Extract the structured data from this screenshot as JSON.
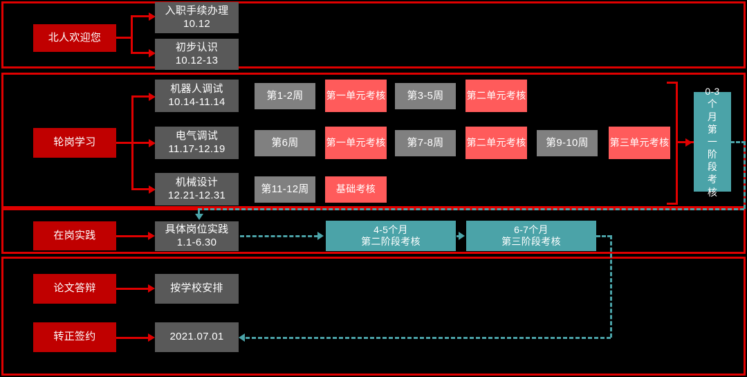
{
  "colors": {
    "background": "#000000",
    "frame_red": "#E00000",
    "stage_red": "#C00000",
    "task_gray": "#595959",
    "week_gray": "#808080",
    "exam_red": "#FF5B5B",
    "phase_teal": "#4BA3A8",
    "text": "#FFFFFF"
  },
  "sections": [
    {
      "id": "onboarding",
      "stage": {
        "label": "北人欢迎您"
      },
      "tasks": [
        {
          "title": "入职手续办理",
          "date": "10.12"
        },
        {
          "title": "初步认识",
          "date": "10.12-13"
        }
      ]
    },
    {
      "id": "rotation",
      "stage": {
        "label": "轮岗学习"
      },
      "rows": [
        {
          "task": {
            "title": "机器人调试",
            "date": "10.14-11.14"
          },
          "steps": [
            {
              "type": "week",
              "label": "第1-2周"
            },
            {
              "type": "exam",
              "label": "第一单元考核"
            },
            {
              "type": "week",
              "label": "第3-5周"
            },
            {
              "type": "exam",
              "label": "第二单元考核"
            }
          ]
        },
        {
          "task": {
            "title": "电气调试",
            "date": "11.17-12.19"
          },
          "steps": [
            {
              "type": "week",
              "label": "第6周"
            },
            {
              "type": "exam",
              "label": "第一单元考核"
            },
            {
              "type": "week",
              "label": "第7-8周"
            },
            {
              "type": "exam",
              "label": "第二单元考核"
            },
            {
              "type": "week",
              "label": "第9-10周"
            },
            {
              "type": "exam",
              "label": "第三单元考核"
            }
          ]
        },
        {
          "task": {
            "title": "机械设计",
            "date": "12.21-12.31"
          },
          "steps": [
            {
              "type": "week",
              "label": "第11-12周"
            },
            {
              "type": "exam",
              "label": "基础考核"
            }
          ]
        }
      ],
      "phase_gate": {
        "label": "0-3个月第一阶段考核"
      }
    },
    {
      "id": "on-job-practice",
      "stage": {
        "label": "在岗实践"
      },
      "task": {
        "title": "具体岗位实践",
        "date": "1.1-6.30"
      },
      "phases": [
        {
          "line1": "4-5个月",
          "line2": "第二阶段考核"
        },
        {
          "line1": "6-7个月",
          "line2": "第三阶段考核"
        }
      ]
    },
    {
      "id": "graduation",
      "rows": [
        {
          "stage": "论文答辩",
          "task": "按学校安排"
        },
        {
          "stage": "转正签约",
          "task": "2021.07.01"
        }
      ]
    }
  ]
}
